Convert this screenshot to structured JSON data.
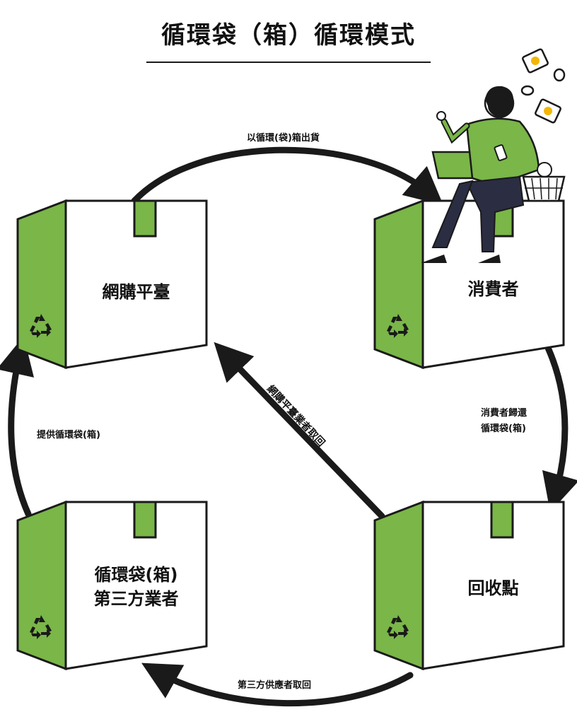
{
  "title": "循環袋（箱）循環模式",
  "nodes": {
    "platform": "網購平臺",
    "consumer": "消費者",
    "supplier_line1": "循環袋(箱)",
    "supplier_line2": "第三方業者",
    "collection": "回收點"
  },
  "edges": {
    "ship": "以循環(袋)箱出貨",
    "return_line1": "消費者歸還",
    "return_line2": "循環袋(箱)",
    "supplier_pickup": "第三方供應者取回",
    "provide": "提供循環袋(箱)",
    "platform_pickup": "網購平臺業者取回"
  },
  "colors": {
    "accent": "#7ab648",
    "ink": "#1a1a1a",
    "box_face": "#ffffff",
    "person_shirt": "#7ab648",
    "person_pants": "#2b2d42",
    "coin": "#f2b705"
  },
  "icons": [
    "recycle-icon",
    "person-illustration",
    "shopping-basket-icon",
    "money-icon"
  ]
}
